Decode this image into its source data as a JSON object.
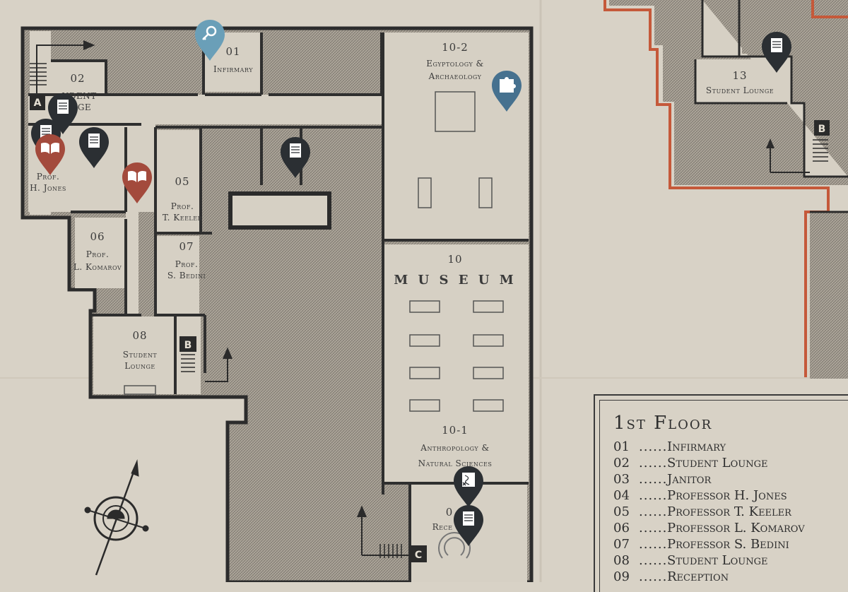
{
  "legend": {
    "title": "1st Floor",
    "dots": "......",
    "entries": [
      {
        "num": "01",
        "name": "Infirmary"
      },
      {
        "num": "02",
        "name": "Student Lounge"
      },
      {
        "num": "03",
        "name": "Janitor"
      },
      {
        "num": "04",
        "name": "Professor H. Jones"
      },
      {
        "num": "05",
        "name": "Professor T. Keeler"
      },
      {
        "num": "06",
        "name": "Professor L. Komarov"
      },
      {
        "num": "07",
        "name": "Professor S. Bedini"
      },
      {
        "num": "08",
        "name": "Student Lounge"
      },
      {
        "num": "09",
        "name": "Reception"
      }
    ]
  },
  "rooms": {
    "r01": {
      "num": "01",
      "name": "Infirmary"
    },
    "r02": {
      "num": "02",
      "name_a": "Student",
      "name_b": "Lounge",
      "shown_a": "UDENT",
      "shown_b": "NGE"
    },
    "r05": {
      "num": "05",
      "name_a": "Prof.",
      "name_b": "T. Keeler"
    },
    "r06": {
      "num": "06",
      "name_a": "Prof.",
      "name_b": "L. Komarov"
    },
    "r07": {
      "num": "07",
      "name_a": "Prof.",
      "name_b": "S. Bedini"
    },
    "r08": {
      "num": "08",
      "name_a": "Student",
      "name_b": "Lounge"
    },
    "r04": {
      "name_a": "Prof.",
      "name_b": "H. Jones"
    },
    "r10": {
      "num": "10",
      "name": "M U S E U M"
    },
    "r10_1": {
      "num": "10-1",
      "name_a": "Anthropology &",
      "name_b": "Natural Sciences"
    },
    "r10_2": {
      "num": "10-2",
      "name_a": "Egyptology &",
      "name_b": "Archaeology"
    },
    "r13": {
      "num": "13",
      "name": "Student Lounge"
    },
    "r09": {
      "num": "0",
      "name": "Rece"
    }
  },
  "stairs": [
    "A",
    "B",
    "C",
    "B"
  ],
  "markers": [
    {
      "type": "note",
      "color": "#2b2f33"
    },
    {
      "type": "note",
      "color": "#2b2f33"
    },
    {
      "type": "note",
      "color": "#2b2f33"
    },
    {
      "type": "note",
      "color": "#2b2f33"
    },
    {
      "type": "note",
      "color": "#2b2f33"
    },
    {
      "type": "note",
      "color": "#2b2f33"
    },
    {
      "type": "book",
      "color": "#a34a3c"
    },
    {
      "type": "book",
      "color": "#a34a3c"
    },
    {
      "type": "lost-item",
      "color": "#6a9fb8"
    },
    {
      "type": "puzzle",
      "color": "#46718f"
    },
    {
      "type": "treasure-map",
      "color": "#2b2f33"
    }
  ],
  "colors": {
    "paper": "#d8d2c6",
    "wall": "#2f2f2f",
    "hatch": "#9c968c",
    "orange_route": "#c5593a"
  }
}
